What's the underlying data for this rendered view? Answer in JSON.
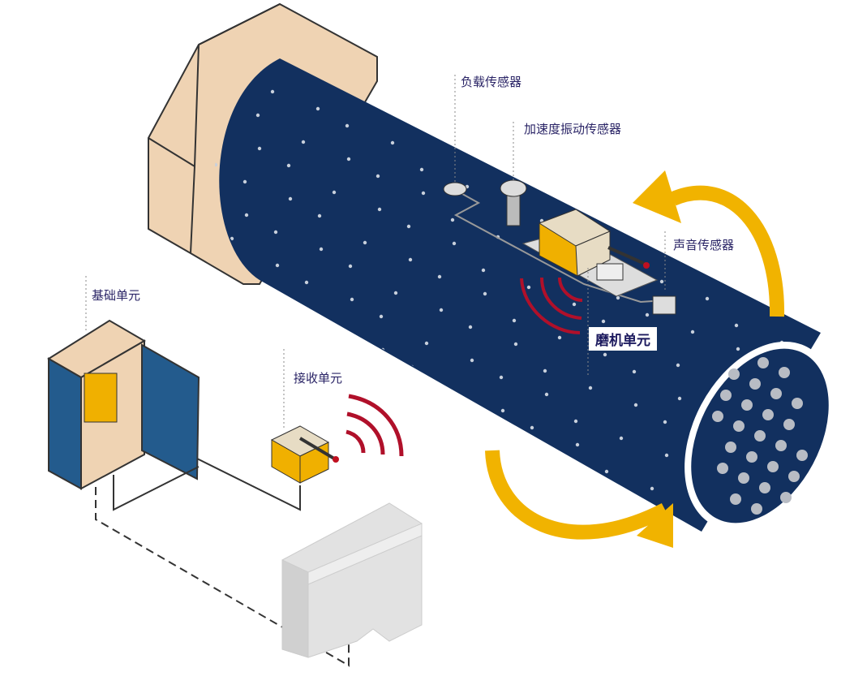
{
  "labels": {
    "load_sensor": "负载传感器",
    "vibration_sensor": "加速度振动传感器",
    "sound_sensor": "声音传感器",
    "mill_unit": "磨机单元",
    "base_unit": "基础单元",
    "receiver_unit": "接收单元"
  },
  "colors": {
    "mill_body": "#12305f",
    "flange": "#efd3b3",
    "arrow": "#f1b300",
    "signal": "#b0102a",
    "cabinet": "#235b8d",
    "device": "#f0b000"
  }
}
